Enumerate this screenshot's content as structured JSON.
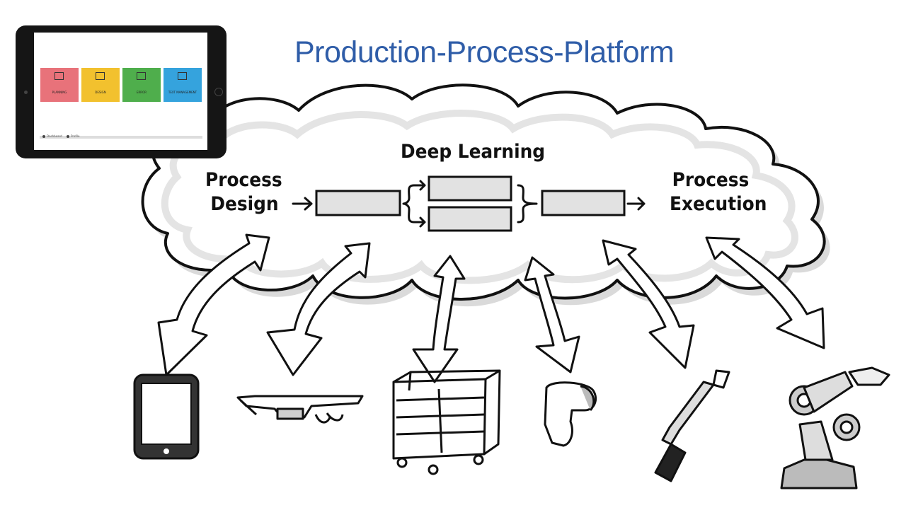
{
  "title": "Production-Process-Platform",
  "labels": {
    "process_design_line1": "Process",
    "process_design_line2": "Design",
    "deep_learning": "Deep Learning",
    "process_execution_line1": "Process",
    "process_execution_line2": "Execution"
  },
  "tablet_app": {
    "tiles": [
      {
        "label": "PLANNING",
        "color": "#e8727a"
      },
      {
        "label": "DESIGN",
        "color": "#f2c12e"
      },
      {
        "label": "ERROR",
        "color": "#4fae4c"
      },
      {
        "label": "TEXT MANAGEMENT",
        "color": "#35a3dd"
      }
    ],
    "tabs": [
      "Dashboard",
      "Profile"
    ]
  },
  "devices": [
    "tablet-icon",
    "smart-glasses-icon",
    "shelf-cart-icon",
    "barcode-scanner-icon",
    "screwdriver-icon",
    "robot-arm-icon"
  ],
  "colors": {
    "title": "#2f5da8",
    "cloud_shadow": "#d9d9d9",
    "box_fill": "#e2e2e2",
    "ink": "#111111"
  }
}
